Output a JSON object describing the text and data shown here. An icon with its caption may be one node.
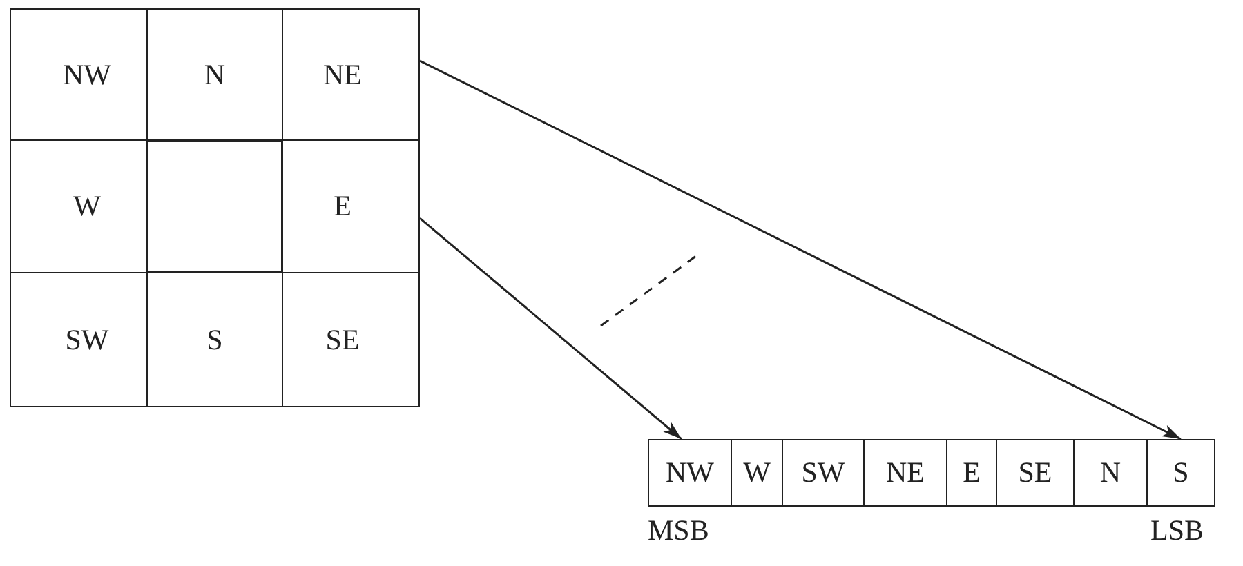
{
  "diagram": {
    "nodes": [
      {
        "text": [
          "NW"
        ]
      },
      {
        "text": [
          "N"
        ]
      },
      {
        "text": [
          "NE"
        ]
      },
      {
        "text": [
          "W"
        ]
      },
      {
        "text": [],
        "shape": "box"
      },
      {
        "text": [
          "E"
        ]
      },
      {
        "text": [
          "SW"
        ]
      },
      {
        "text": [
          "S"
        ]
      },
      {
        "text": [
          "SE"
        ]
      },
      {
        "text": [
          "NW"
        ]
      },
      {
        "text": [
          "W"
        ]
      },
      {
        "text": [
          "SW"
        ]
      },
      {
        "text": [
          "NE"
        ]
      },
      {
        "text": [
          "E"
        ]
      },
      {
        "text": [
          "SE"
        ]
      },
      {
        "text": [
          "N"
        ]
      },
      {
        "text": [
          "S"
        ]
      }
    ],
    "edges": [
      {
        "from": 2,
        "to": 16,
        "arrow": "to"
      },
      {
        "from": 5,
        "to": 9,
        "arrow": "to"
      }
    ],
    "labels": [
      "MSB",
      "LSB"
    ]
  }
}
